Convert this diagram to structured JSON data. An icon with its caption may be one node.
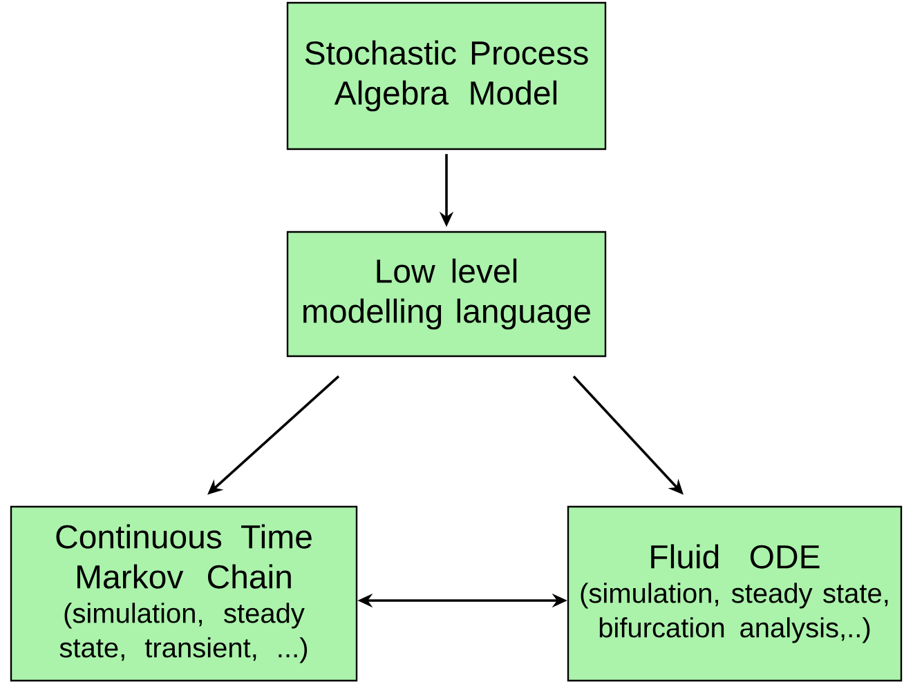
{
  "diagram": {
    "nodes": [
      {
        "text": [
          "Stochastic Process Algebra Model"
        ]
      },
      {
        "text": [
          "Low level modelling language"
        ]
      },
      {
        "text": [
          "Continuous Time Markov Chain",
          "(simulation, steady state, transient, ...)"
        ]
      },
      {
        "text": [
          "Fluid ODE",
          "(simulation, steady state, bifurcation analysis,..)"
        ]
      }
    ],
    "edges": [
      {
        "from": 0,
        "to": 1,
        "arrow": "to"
      },
      {
        "from": 1,
        "to": 2,
        "arrow": "to"
      },
      {
        "from": 1,
        "to": 3,
        "arrow": "to"
      },
      {
        "from": 2,
        "to": 3,
        "arrow": "both"
      }
    ]
  }
}
